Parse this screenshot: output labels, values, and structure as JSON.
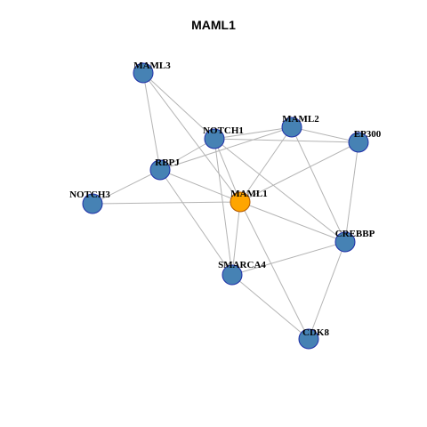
{
  "title": "MAML1",
  "colors": {
    "node_fill": "#4682B4",
    "node_stroke": "#1F2FA8",
    "focus_fill": "#FFA500",
    "focus_stroke": "#B35900",
    "edge": "#B4B4B4"
  },
  "focus_node": "MAML1",
  "nodes": [
    {
      "id": "MAML3",
      "label": "MAML3"
    },
    {
      "id": "NOTCH1",
      "label": "NOTCH1"
    },
    {
      "id": "MAML2",
      "label": "MAML2"
    },
    {
      "id": "EP300",
      "label": "EP300"
    },
    {
      "id": "RBPJ",
      "label": "RBPJ"
    },
    {
      "id": "NOTCH3",
      "label": "NOTCH3"
    },
    {
      "id": "MAML1",
      "label": "MAML1"
    },
    {
      "id": "CREBBP",
      "label": "CREBBP"
    },
    {
      "id": "SMARCA4",
      "label": "SMARCA4"
    },
    {
      "id": "CDK8",
      "label": "CDK8"
    }
  ],
  "edges": [
    [
      "MAML3",
      "RBPJ"
    ],
    [
      "MAML3",
      "NOTCH1"
    ],
    [
      "MAML3",
      "MAML1"
    ],
    [
      "NOTCH1",
      "MAML2"
    ],
    [
      "NOTCH1",
      "EP300"
    ],
    [
      "NOTCH1",
      "RBPJ"
    ],
    [
      "NOTCH1",
      "MAML1"
    ],
    [
      "NOTCH1",
      "SMARCA4"
    ],
    [
      "NOTCH1",
      "CREBBP"
    ],
    [
      "MAML2",
      "RBPJ"
    ],
    [
      "MAML2",
      "EP300"
    ],
    [
      "MAML2",
      "MAML1"
    ],
    [
      "MAML2",
      "CREBBP"
    ],
    [
      "EP300",
      "MAML1"
    ],
    [
      "EP300",
      "CREBBP"
    ],
    [
      "RBPJ",
      "NOTCH3"
    ],
    [
      "RBPJ",
      "MAML1"
    ],
    [
      "RBPJ",
      "SMARCA4"
    ],
    [
      "NOTCH3",
      "MAML1"
    ],
    [
      "MAML1",
      "CREBBP"
    ],
    [
      "MAML1",
      "SMARCA4"
    ],
    [
      "MAML1",
      "CDK8"
    ],
    [
      "CREBBP",
      "SMARCA4"
    ],
    [
      "CREBBP",
      "CDK8"
    ],
    [
      "SMARCA4",
      "CDK8"
    ]
  ]
}
